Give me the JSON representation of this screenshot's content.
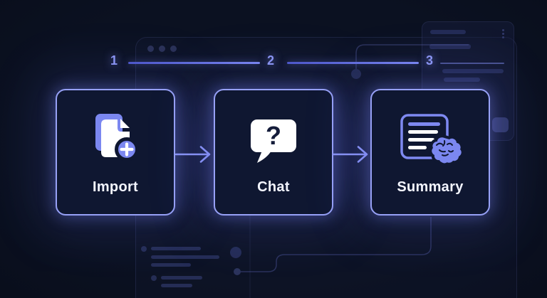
{
  "diagram": {
    "steps": [
      {
        "number": "1",
        "label": "Import",
        "icon": "documents-add-icon"
      },
      {
        "number": "2",
        "label": "Chat",
        "icon": "chat-question-bubble-icon"
      },
      {
        "number": "3",
        "label": "Summary",
        "icon": "document-brain-icon"
      }
    ],
    "question_glyph": "?"
  },
  "colors": {
    "background": "#0b1121",
    "card_background": "#0f1731",
    "card_border": "#97a1f6",
    "accent_purple": "#7b87f0",
    "step_number": "#8d97f3",
    "label_text": "#f3f5ff",
    "muted_decor": "#252d55",
    "icon_white": "#ffffff"
  }
}
